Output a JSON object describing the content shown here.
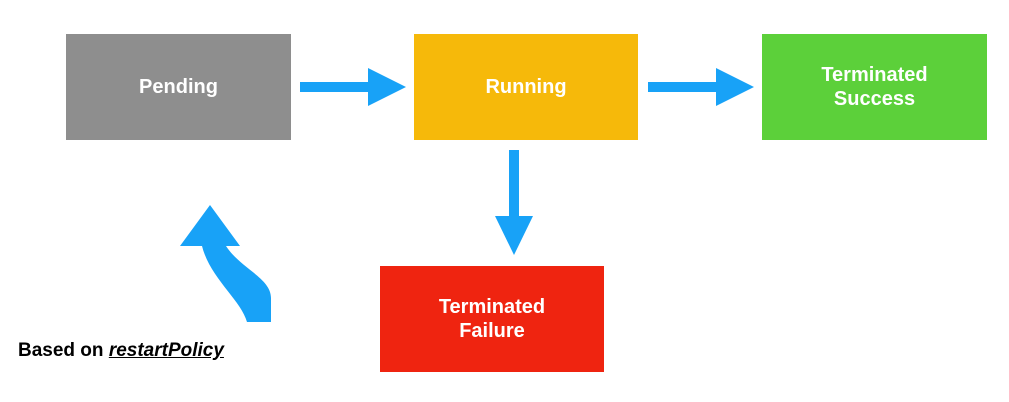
{
  "colors": {
    "pending": "#8e8e8e",
    "running": "#f6b90a",
    "success": "#5cd03a",
    "failure": "#ef2410",
    "arrow": "#18a2f7"
  },
  "states": {
    "pending": {
      "line1": "Pending",
      "line2": ""
    },
    "running": {
      "line1": "Running",
      "line2": ""
    },
    "success": {
      "line1": "Terminated",
      "line2": "Success"
    },
    "failure": {
      "line1": "Terminated",
      "line2": "Failure"
    }
  },
  "footnote": {
    "prefix": "Based on ",
    "policy": "restartPolicy"
  },
  "icons": [
    "arrow-right-icon",
    "arrow-down-icon",
    "curved-arrow-up-icon"
  ]
}
